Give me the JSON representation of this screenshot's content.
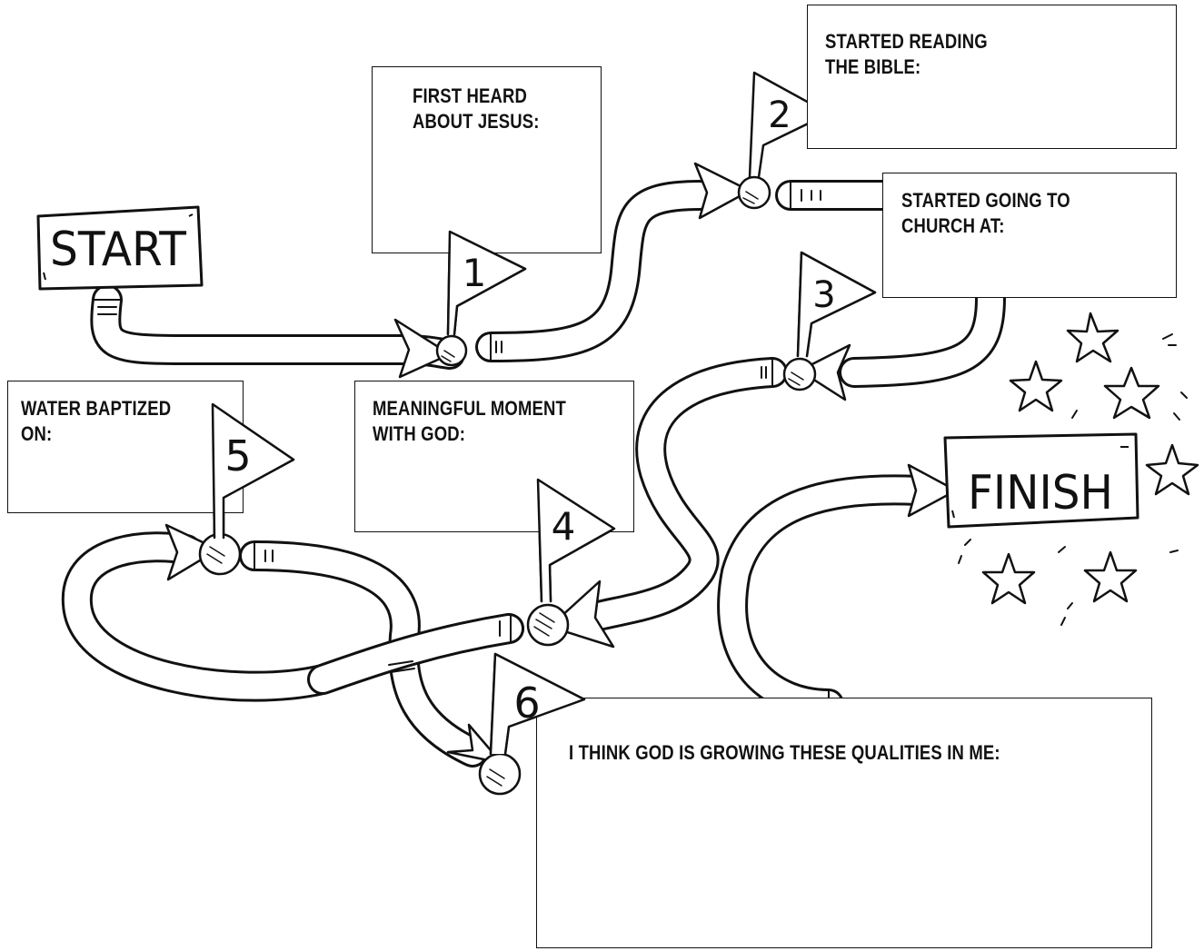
{
  "start_sign": "START",
  "finish_sign": "FINISH",
  "milestones": [
    {
      "number": "1",
      "label": "FIRST HEARD\nABOUT JESUS:"
    },
    {
      "number": "2",
      "label": "STARTED READING\nTHE BIBLE:"
    },
    {
      "number": "3",
      "label": "STARTED GOING TO\nCHURCH AT:"
    },
    {
      "number": "4",
      "label": "MEANINGFUL MOMENT\nWITH GOD:"
    },
    {
      "number": "5",
      "label": "WATER BAPTIZED\nON:"
    },
    {
      "number": "6",
      "label": "I THINK GOD IS GROWING THESE QUALITIES IN ME:"
    }
  ],
  "colors": {
    "ink": "#111111",
    "paper": "#ffffff"
  }
}
